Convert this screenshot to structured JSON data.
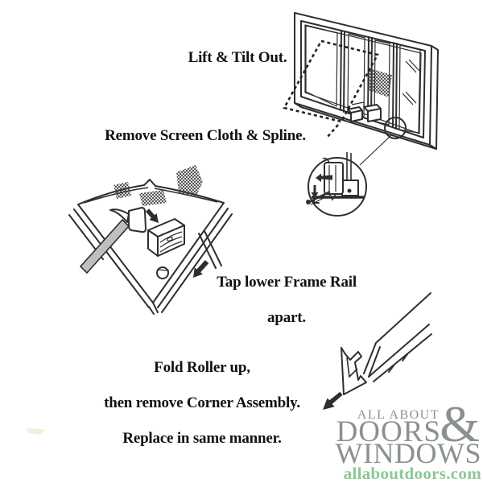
{
  "illustration": {
    "steps": {
      "lift_tilt": "Lift & Tilt Out.",
      "remove_screen": "Remove Screen Cloth & Spline.",
      "tap_rail_line1": "Tap lower Frame Rail",
      "tap_rail_line2": "apart.",
      "fold_roller_line1": "Fold Roller up,",
      "fold_roller_line2": "then remove Corner Assembly.",
      "fold_roller_line3": "Replace in same manner."
    }
  },
  "logo": {
    "top_line": "ALL ABOUT",
    "ampersand": "&",
    "middle_line": "DOORS",
    "bottom_line": "WINDOWS",
    "website": "allaboutdoors.com"
  },
  "colors": {
    "ink": "#2e2e2e",
    "text": "#111111",
    "hammer_handle": "#bfbfbf",
    "logo_gray": "#8b9191",
    "logo_green": "#8cc794",
    "background": "#ffffff",
    "smudge": "#eef0da"
  }
}
